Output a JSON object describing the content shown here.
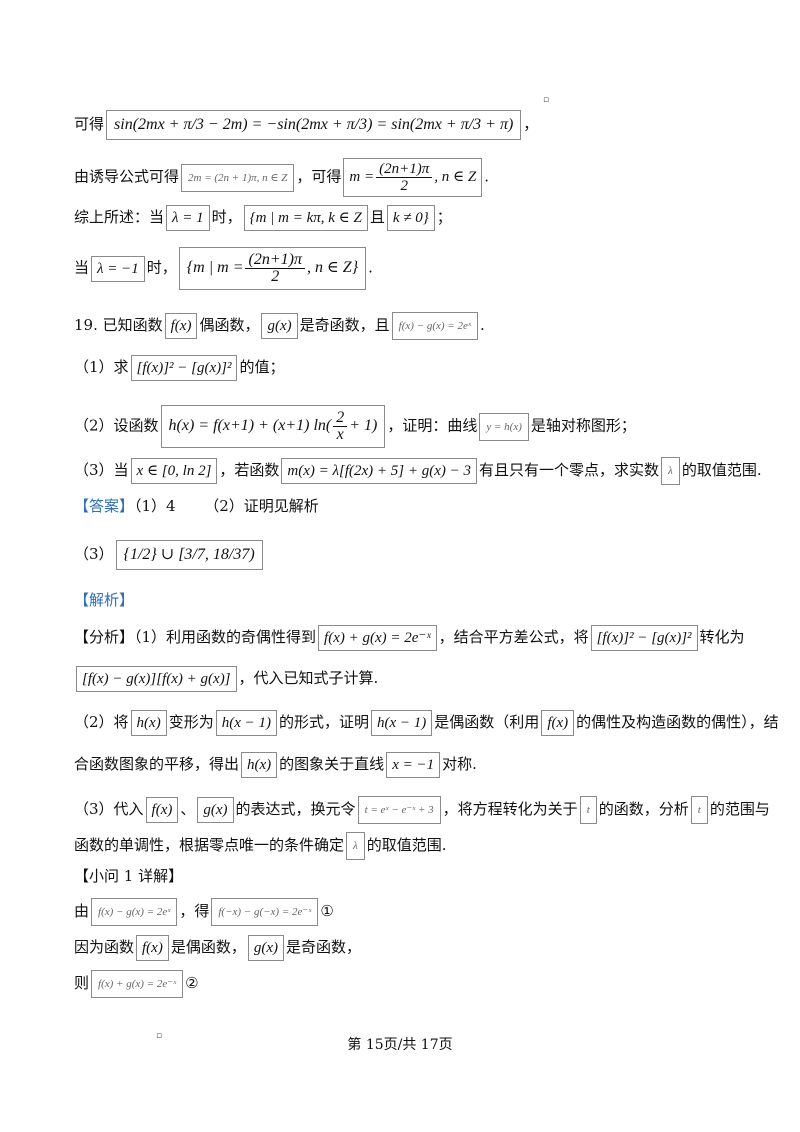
{
  "lines": {
    "l1": {
      "pre": "可得",
      "math": "sin(2mx + π/3 − 2m) = −sin(2mx + π/3) = sin(2mx + π/3 + π)",
      "post": "，"
    },
    "l2": {
      "pre": "由诱导公式可得",
      "math1": "2m = (2n + 1)π, n ∈ Z",
      "mid": "，可得",
      "math2_a": "m =",
      "math2_num": "(2n+1)π",
      "math2_den": "2",
      "math2_b": ", n ∈ Z",
      "post": "."
    },
    "l3": {
      "pre": "综上所述：当",
      "math1": "λ = 1",
      "mid1": "时，",
      "math2": "{m | m = kπ, k ∈ Z",
      "mid2": "且",
      "math3": "k ≠ 0}",
      "post": "；"
    },
    "l4": {
      "pre": "当",
      "math1": "λ = −1",
      "mid": "时，",
      "math2_a": "{m | m =",
      "math2_num": "(2n+1)π",
      "math2_den": "2",
      "math2_b": ", n ∈ Z}",
      "post": "."
    },
    "q19": {
      "pre": "19. 已知函数",
      "math1": "f(x)",
      "mid1": "偶函数，",
      "math2": "g(x)",
      "mid2": "是奇函数，且",
      "math3": "f(x) − g(x) = 2eˣ",
      "post": "."
    },
    "q1": {
      "pre": "（1）求",
      "math": "[f(x)]² − [g(x)]²",
      "post": "的值；"
    },
    "q2": {
      "pre": "（2）设函数",
      "math_a": "h(x) = f(x+1) + (x+1) ln(",
      "math_num": "2",
      "math_den": "x",
      "math_b": "+ 1)",
      "mid": "，证明：曲线",
      "math2": "y = h(x)",
      "post": "是轴对称图形；"
    },
    "q3": {
      "pre": "（3）当",
      "math1": "x ∈ [0, ln 2]",
      "mid": "，若函数",
      "math2": "m(x) = λ[f(2x) + 5] + g(x) − 3",
      "mid2": "有且只有一个零点，求实数",
      "math3": "λ",
      "post": "的取值范围."
    },
    "ans": {
      "label": "【答案】",
      "a1": "（1）4",
      "a2": "（2）证明见解析"
    },
    "ans3": {
      "pre": "（3）",
      "math": "{1/2} ∪ [3/7, 18/37)"
    },
    "jiexi": "【解析】",
    "fx1": {
      "pre": "【分析】（1）利用函数的奇偶性得到",
      "math1": "f(x) + g(x) = 2e⁻ˣ",
      "mid": "，结合平方差公式，将",
      "math2": "[f(x)]² − [g(x)]²",
      "post": "转化为"
    },
    "fx2": {
      "math": "[f(x) − g(x)][f(x) + g(x)]",
      "post": "，代入已知式子计算."
    },
    "fx3": {
      "pre": "（2）将",
      "math1": "h(x)",
      "mid1": "变形为",
      "math2": "h(x − 1)",
      "mid2": "的形式，证明",
      "math3": "h(x − 1)",
      "mid3": "是偶函数（利用",
      "math4": "f(x)",
      "post": "的偶性及构造函数的偶性），结"
    },
    "fx4": {
      "pre": "合函数图象的平移，得出",
      "math1": "h(x)",
      "mid": "的图象关于直线",
      "math2": "x = −1",
      "post": "对称."
    },
    "fx5": {
      "pre": "（3）代入",
      "math1": "f(x)",
      "mid1": "、",
      "math2": "g(x)",
      "mid2": "的表达式，换元令",
      "math3": "t = eˣ − e⁻ˣ + 3",
      "mid3": "，将方程转化为关于",
      "math4": "t",
      "mid4": "的函数，分析",
      "math5": "t",
      "post": "的范围与"
    },
    "fx6": {
      "pre": "函数的单调性，根据零点唯一的条件确定",
      "math": "λ",
      "post": "的取值范围."
    },
    "sub1": "【小问 1 详解】",
    "d1": {
      "pre": "由",
      "math1": "f(x) − g(x) = 2eˣ",
      "mid": "，得",
      "math2": "f(−x) − g(−x) = 2e⁻ˣ",
      "post": "①"
    },
    "d2": {
      "pre": "因为函数",
      "math1": "f(x)",
      "mid": "是偶函数，",
      "math2": "g(x)",
      "post": "是奇函数，"
    },
    "d3": {
      "pre": "则",
      "math": "f(x) + g(x) = 2e⁻ˣ",
      "post": "②"
    }
  },
  "marks": {
    "top": "▫",
    "bottom": "▫"
  },
  "footer": "第 15页/共 17页"
}
